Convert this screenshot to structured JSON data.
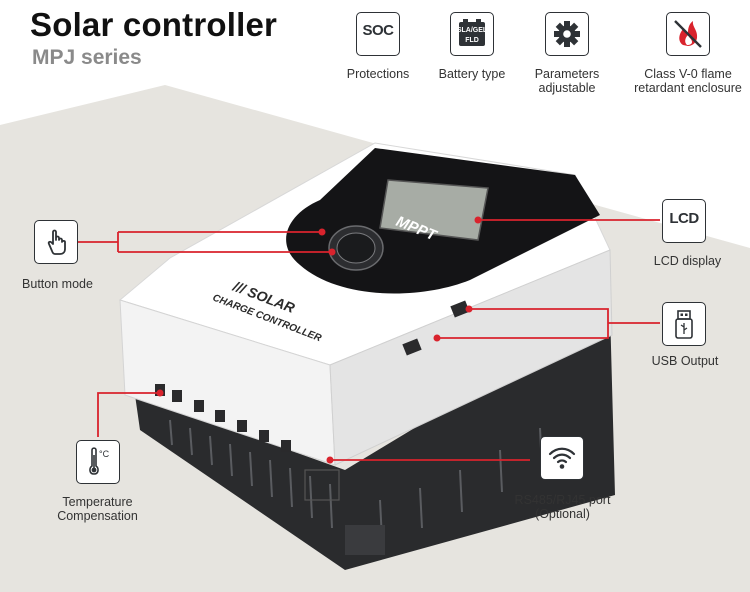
{
  "header": {
    "title": "Solar controller",
    "subtitle": "MPJ series"
  },
  "features": [
    {
      "icon": "soc-icon",
      "icon_text": "SOC",
      "label": "Protections"
    },
    {
      "icon": "battery-icon",
      "icon_text_top": "SLA/GEL",
      "icon_text_bottom": "FLD",
      "label": "Battery type"
    },
    {
      "icon": "gear-icon",
      "label_line1": "Parameters",
      "label_line2": "adjustable"
    },
    {
      "icon": "no-flame-icon",
      "label_line1": "Class V-0 flame",
      "label_line2": "retardant enclosure"
    }
  ],
  "device": {
    "lcd_badge": "MPPT",
    "brand_line1": "SOLAR",
    "brand_line2": "CHARGE CONTROLLER"
  },
  "callouts": {
    "button_mode": {
      "icon": "hand-pointer-icon",
      "label": "Button mode"
    },
    "lcd_display": {
      "icon": "lcd-icon",
      "icon_text": "LCD",
      "label": "LCD display"
    },
    "usb_output": {
      "icon": "usb-stick-icon",
      "label": "USB Output"
    },
    "temperature": {
      "icon": "thermometer-icon",
      "unit": "°C",
      "label_line1": "Temperature",
      "label_line2": "Compensation"
    },
    "rs485": {
      "icon": "wifi-icon",
      "label_line1": "RS485/RJ45 port",
      "label_line2": "(Optional)"
    }
  },
  "colors": {
    "accent_red": "#d9232d",
    "icon_stroke": "#2e3236",
    "background_band": "#e6e4df"
  }
}
